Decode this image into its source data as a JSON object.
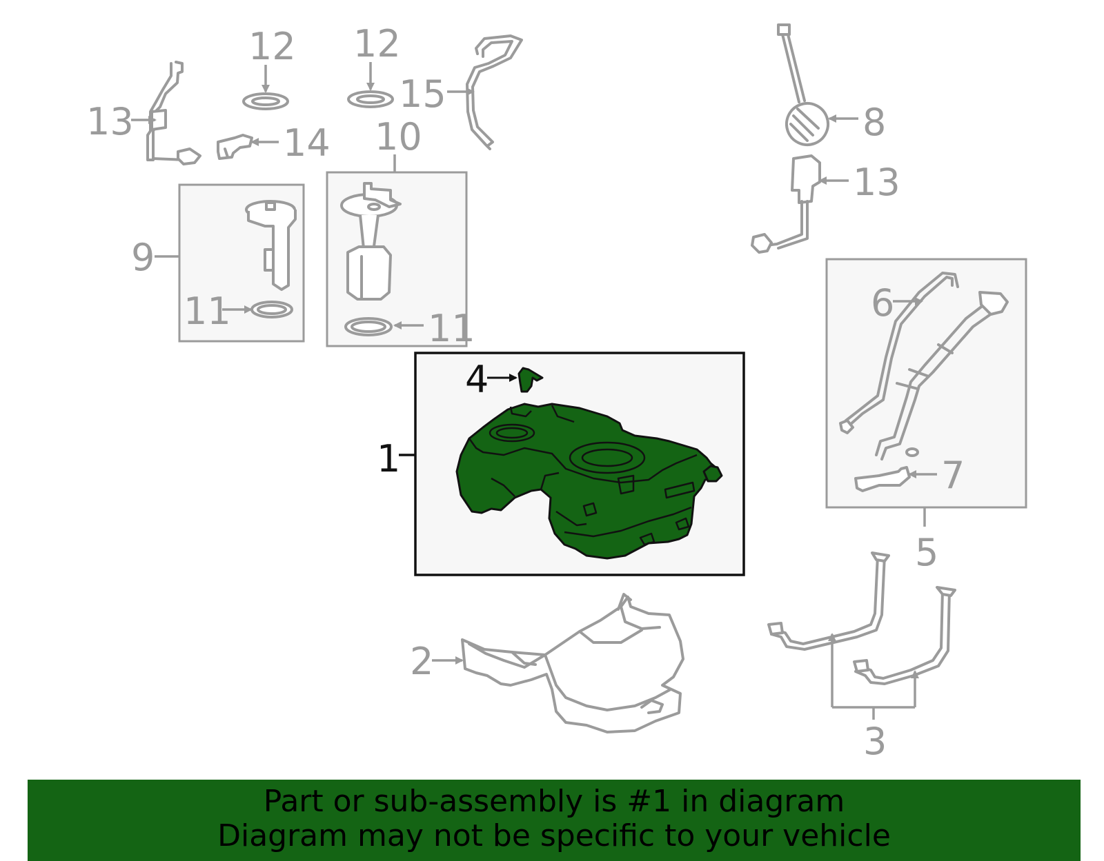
{
  "colors": {
    "highlight": "#146414",
    "part_outline": "#9b9b9b",
    "box_fill": "#f7f7f7",
    "text_dark": "#111111"
  },
  "callouts": {
    "n1": "1",
    "n2": "2",
    "n3": "3",
    "n4": "4",
    "n5": "5",
    "n6": "6",
    "n7": "7",
    "n8": "8",
    "n9": "9",
    "n10": "10",
    "n11a": "11",
    "n11b": "11",
    "n12a": "12",
    "n12b": "12",
    "n13a": "13",
    "n13b": "13",
    "n14": "14",
    "n15": "15"
  },
  "highlighted_part": "1",
  "banner": {
    "line1": "Part or sub-assembly is #1 in diagram",
    "line2": "Diagram may not be specific to your vehicle"
  }
}
